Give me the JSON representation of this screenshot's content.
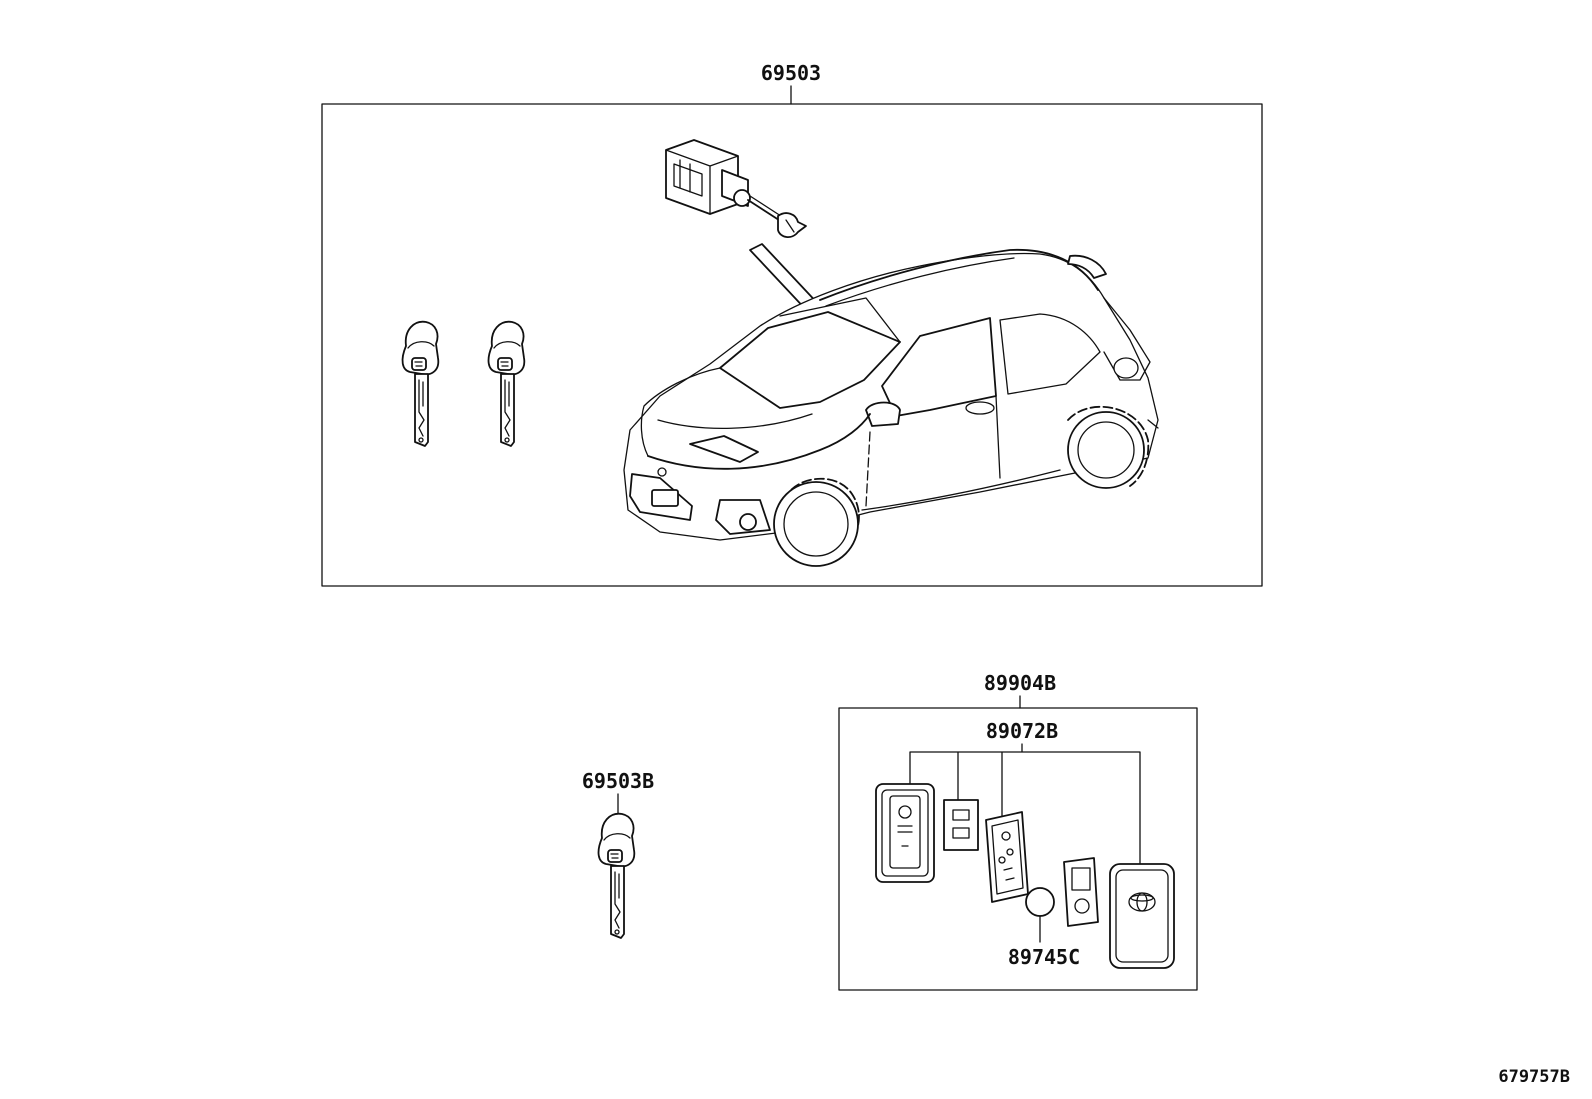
{
  "diagram": {
    "labels": {
      "main_assembly": "69503",
      "spare_key": "69503B",
      "transmitter_assembly": "89904B",
      "transmitter_subassembly": "89072B",
      "battery": "89745C",
      "illustration_id": "679757B"
    },
    "icons": [
      "ignition-switch-icon",
      "car-icon",
      "key-icon",
      "smart-key-case-icon",
      "circuit-board-icon",
      "battery-icon",
      "emergency-key-icon"
    ],
    "line_color": "#111111",
    "background_color": "#ffffff"
  }
}
